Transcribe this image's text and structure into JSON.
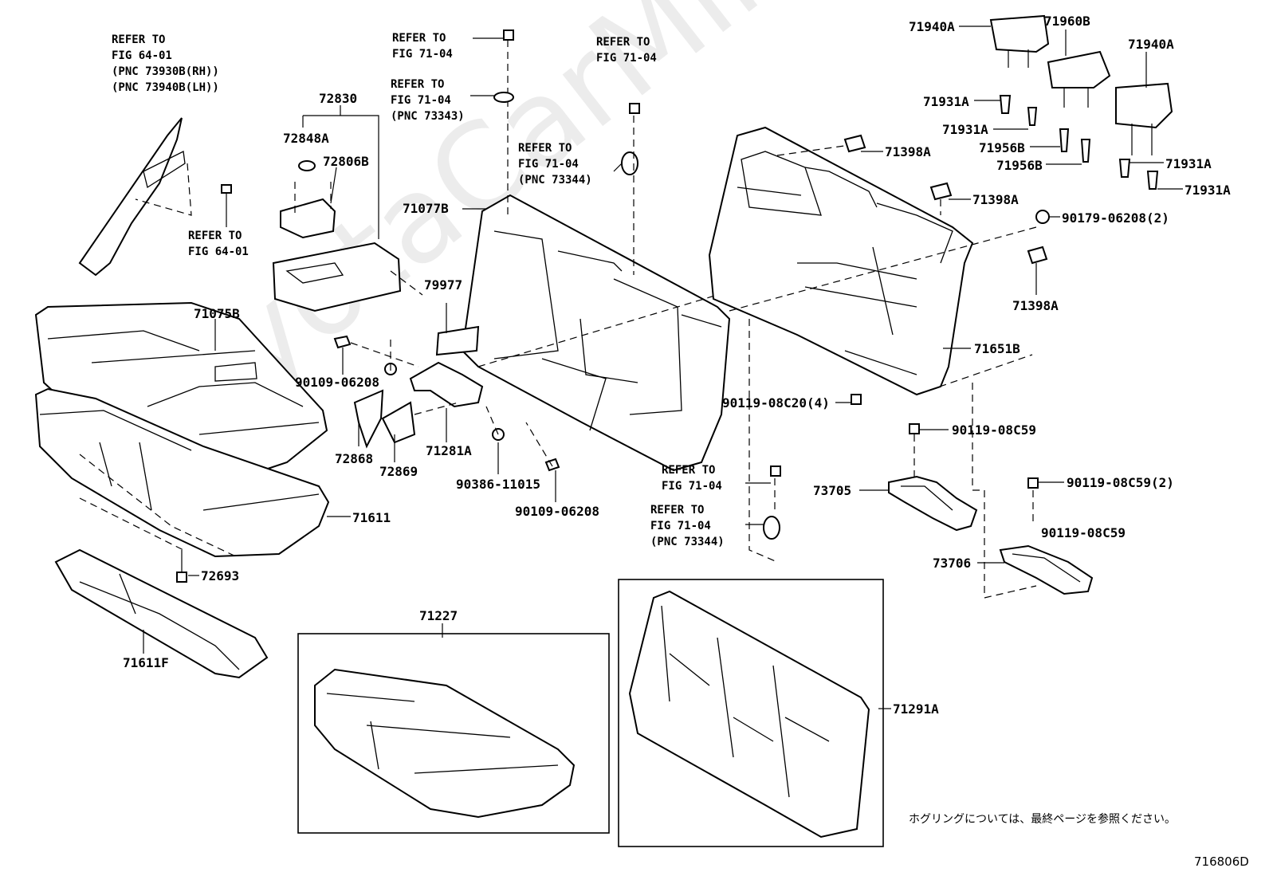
{
  "watermark": "ToyotaCarMine.ru",
  "diagram_id": "716806D",
  "note_jp": "ホグリングについては、最終ページを参照ください。",
  "refs": {
    "r1": "REFER TO\nFIG 64-01\n(PNC 73930B(RH))\n(PNC 73940B(LH))",
    "r2": "REFER TO\nFIG 64-01",
    "r3": "REFER TO\nFIG 71-04",
    "r4": "REFER TO\nFIG 71-04\n(PNC 73343)",
    "r5": "REFER TO\nFIG 71-04",
    "r6": "REFER TO\nFIG 71-04\n(PNC 73344)",
    "r7": "REFER TO\nFIG 71-04",
    "r8": "REFER TO\nFIG 71-04\n(PNC 73344)"
  },
  "parts": {
    "p72830": "72830",
    "p72848A": "72848A",
    "p72806B": "72806B",
    "p71075B": "71075B",
    "p71077B": "71077B",
    "p79977": "79977",
    "p90109a": "90109-06208",
    "p72868": "72868",
    "p72869": "72869",
    "p71281A": "71281A",
    "p90386": "90386-11015",
    "p90109b": "90109-06208",
    "p71611": "71611",
    "p72693": "72693",
    "p71611F": "71611F",
    "p71227": "71227",
    "p71291A": "71291A",
    "p71940Aa": "71940A",
    "p71960B": "71960B",
    "p71940Ab": "71940A",
    "p71931Aa": "71931A",
    "p71931Ab": "71931A",
    "p71956Ba": "71956B",
    "p71956Bb": "71956B",
    "p71931Ac": "71931A",
    "p71931Ad": "71931A",
    "p71398Aa": "71398A",
    "p71398Ab": "71398A",
    "p90179": "90179-06208(2)",
    "p71398Ac": "71398A",
    "p71651B": "71651B",
    "p90119a": "90119-08C20(4)",
    "p90119b": "90119-08C59",
    "p73705": "73705",
    "p90119c": "90119-08C59(2)",
    "p90119d": "90119-08C59",
    "p73706": "73706"
  }
}
